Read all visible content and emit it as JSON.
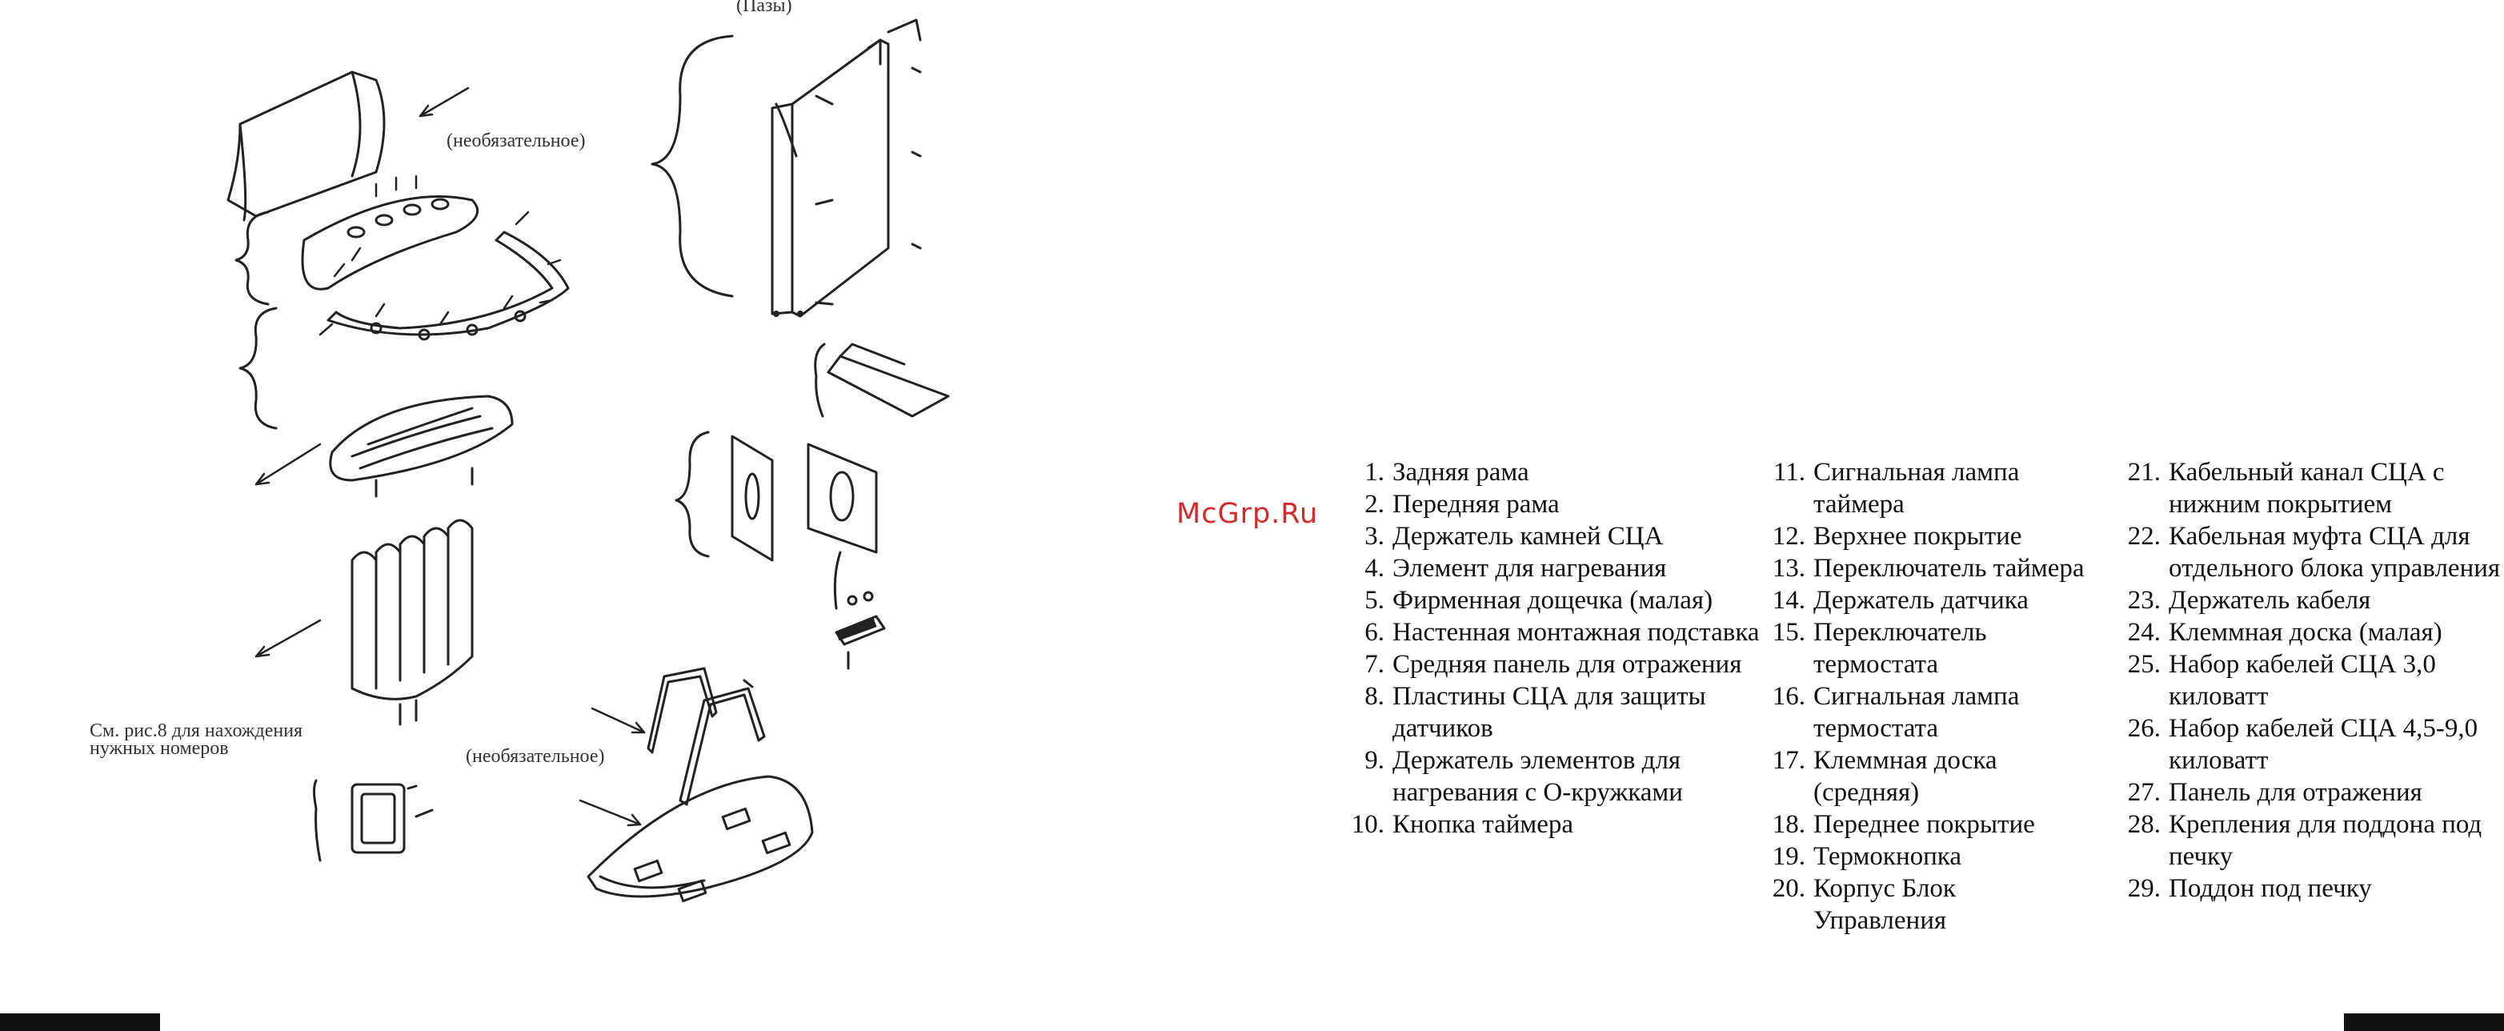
{
  "labels": {
    "grooves": "(Пазы)",
    "optional_top": "(необязательное)",
    "optional_bottom": "(необязательное)",
    "see_fig_line1": "См. рис.8 для нахождения",
    "see_fig_line2": "нужных номеров"
  },
  "watermark": "McGrp.Ru",
  "parts": {
    "col1": [
      {
        "num": "1.",
        "text": "Задняя рама"
      },
      {
        "num": "2.",
        "text": "Передняя рама"
      },
      {
        "num": "3.",
        "text": "Держатель камней СЦА"
      },
      {
        "num": "4.",
        "text": "Элемент для нагревания"
      },
      {
        "num": "5.",
        "text": "Фирменная дощечка (малая)"
      },
      {
        "num": "6.",
        "text": "Настенная монтажная подставка"
      },
      {
        "num": "7.",
        "text": "Средняя панель для отражения"
      },
      {
        "num": "8.",
        "text": "Пластины СЦА для защиты датчиков"
      },
      {
        "num": "9.",
        "text": "Держатель элементов для нагревания с О-кружками"
      },
      {
        "num": "10.",
        "text": "Кнопка таймера"
      }
    ],
    "col2": [
      {
        "num": "11.",
        "text": "Сигнальная лампа таймера"
      },
      {
        "num": "12.",
        "text": "Верхнее покрытие"
      },
      {
        "num": "13.",
        "text": "Переключатель таймера"
      },
      {
        "num": "14.",
        "text": "Держатель датчика"
      },
      {
        "num": "15.",
        "text": "Переключатель термостата"
      },
      {
        "num": "16.",
        "text": "Сигнальная лампа термостата"
      },
      {
        "num": "17.",
        "text": "Клеммная доска (средняя)"
      },
      {
        "num": "18.",
        "text": "Переднее покрытие"
      },
      {
        "num": "19.",
        "text": "Термокнопка"
      },
      {
        "num": "20.",
        "text": "Корпус Блок Управления"
      }
    ],
    "col3": [
      {
        "num": "21.",
        "text": "Кабельный канал СЦА с нижним покрытием"
      },
      {
        "num": "22.",
        "text": "Кабельная муфта СЦА для отдельного блока управления"
      },
      {
        "num": "23.",
        "text": "Держатель кабеля"
      },
      {
        "num": "24.",
        "text": "Клеммная доска (малая)"
      },
      {
        "num": "25.",
        "text": "Набор кабелей СЦА 3,0 киловатт"
      },
      {
        "num": "26.",
        "text": "Набор кабелей СЦА 4,5-9,0 киловатт"
      },
      {
        "num": "27.",
        "text": "Панель для отражения"
      },
      {
        "num": "28.",
        "text": "Крепления для поддона под печку"
      },
      {
        "num": "29.",
        "text": "Поддон под печку"
      }
    ]
  }
}
